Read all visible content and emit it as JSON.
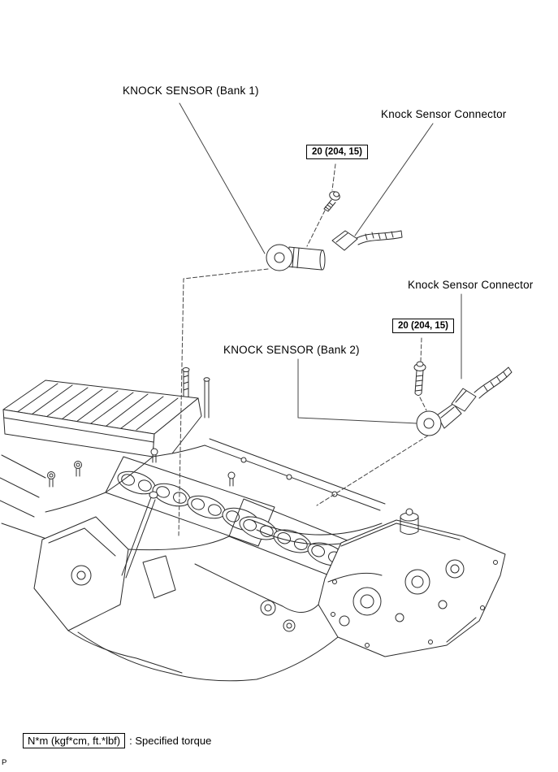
{
  "diagram": {
    "callouts": [
      {
        "id": "knock-sensor-bank1",
        "label": "KNOCK SENSOR (Bank 1)"
      },
      {
        "id": "knock-sensor-connector-1",
        "label": "Knock Sensor Connector"
      },
      {
        "id": "torque-spec-1",
        "label": "20 (204, 15)"
      },
      {
        "id": "knock-sensor-connector-2",
        "label": "Knock Sensor Connector"
      },
      {
        "id": "torque-spec-2",
        "label": "20 (204, 15)"
      },
      {
        "id": "knock-sensor-bank2",
        "label": "KNOCK SENSOR (Bank 2)"
      }
    ],
    "legend": {
      "torque_unit_box": "N*m (kgf*cm, ft.*lbf)",
      "description": ": Specified torque"
    },
    "page_marker": "P",
    "colors": {
      "line": "#2b2b2b",
      "leader": "#444444",
      "background": "#ffffff",
      "text": "#000000"
    }
  }
}
